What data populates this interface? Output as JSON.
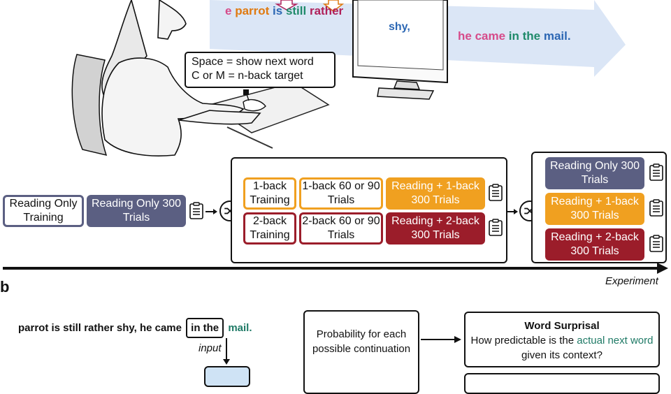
{
  "colors": {
    "dark_slate": "#5b5f82",
    "orange": "#f0a020",
    "dark_red": "#9b1d2a",
    "teal": "#1f7a66",
    "screen_blue": "#2c67b4",
    "arrow_light_blue": "#dbe6f6"
  },
  "stimulus_arrow": {
    "words_left": [
      {
        "text": "e ",
        "color": "#d64b8a"
      },
      {
        "text": "parrot ",
        "color": "#e07a10"
      },
      {
        "text": "is ",
        "color": "#2c67b4"
      },
      {
        "text": "still ",
        "color": "#1f8a6a"
      },
      {
        "text": "rather",
        "color": "#b0205a"
      }
    ],
    "screen_word": "shy,",
    "words_right": [
      {
        "text": "he ",
        "color": "#d64b8a"
      },
      {
        "text": "came ",
        "color": "#d64b8a"
      },
      {
        "text": "in ",
        "color": "#1f8a6a"
      },
      {
        "text": "the ",
        "color": "#1f8a6a"
      },
      {
        "text": "mail.",
        "color": "#2c67b4"
      }
    ]
  },
  "keys": {
    "line1": "Space   =  show next word",
    "line2": "C or M  =  n-back target"
  },
  "flow": {
    "reading_only_training": "Reading Only Training",
    "reading_only_300": "Reading Only 300 Trials",
    "one_back_training": "1-back Training",
    "one_back_trials": "1-back 60 or 90 Trials",
    "reading_1back": "Reading + 1-back 300 Trials",
    "two_back_training": "2-back Training",
    "two_back_trials": "2-back 60 or 90 Trials",
    "reading_2back": "Reading + 2-back 300 Trials",
    "final_reading_only": "Reading Only 300 Trials",
    "final_reading_1back": "Reading + 1-back 300 Trials",
    "final_reading_2back": "Reading + 2-back 300 Trials"
  },
  "timeline_label": "Experiment",
  "panel_b": {
    "label": "b",
    "sentence_before": "parrot is still rather shy, he came",
    "context_window": "in the",
    "target_word": "mail.",
    "input_label": "input",
    "probability_box": "Probability for each possible continuation",
    "surprisal_title": "Word Surprisal",
    "surprisal_text_1": "How predictable is the ",
    "surprisal_highlight": "actual next word",
    "surprisal_text_2": " given its context?"
  }
}
